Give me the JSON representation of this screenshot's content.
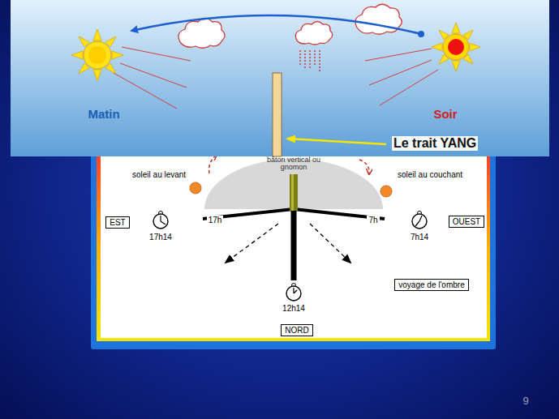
{
  "diagram": {
    "nodes": [
      {
        "text": [
          "EST"
        ]
      },
      {
        "text": [
          "OUEST"
        ]
      },
      {
        "text": [
          "voyage de l'ombre"
        ]
      },
      {
        "text": [
          "NORD"
        ]
      }
    ],
    "labels": [
      "Matin",
      "Soir",
      "Le trait YANG",
      "bâton vertical ou gnomon",
      "soleil au levant",
      "soleil au couchant",
      "17h",
      "7h",
      "17h14",
      "7h14",
      "12h14",
      "9"
    ]
  }
}
